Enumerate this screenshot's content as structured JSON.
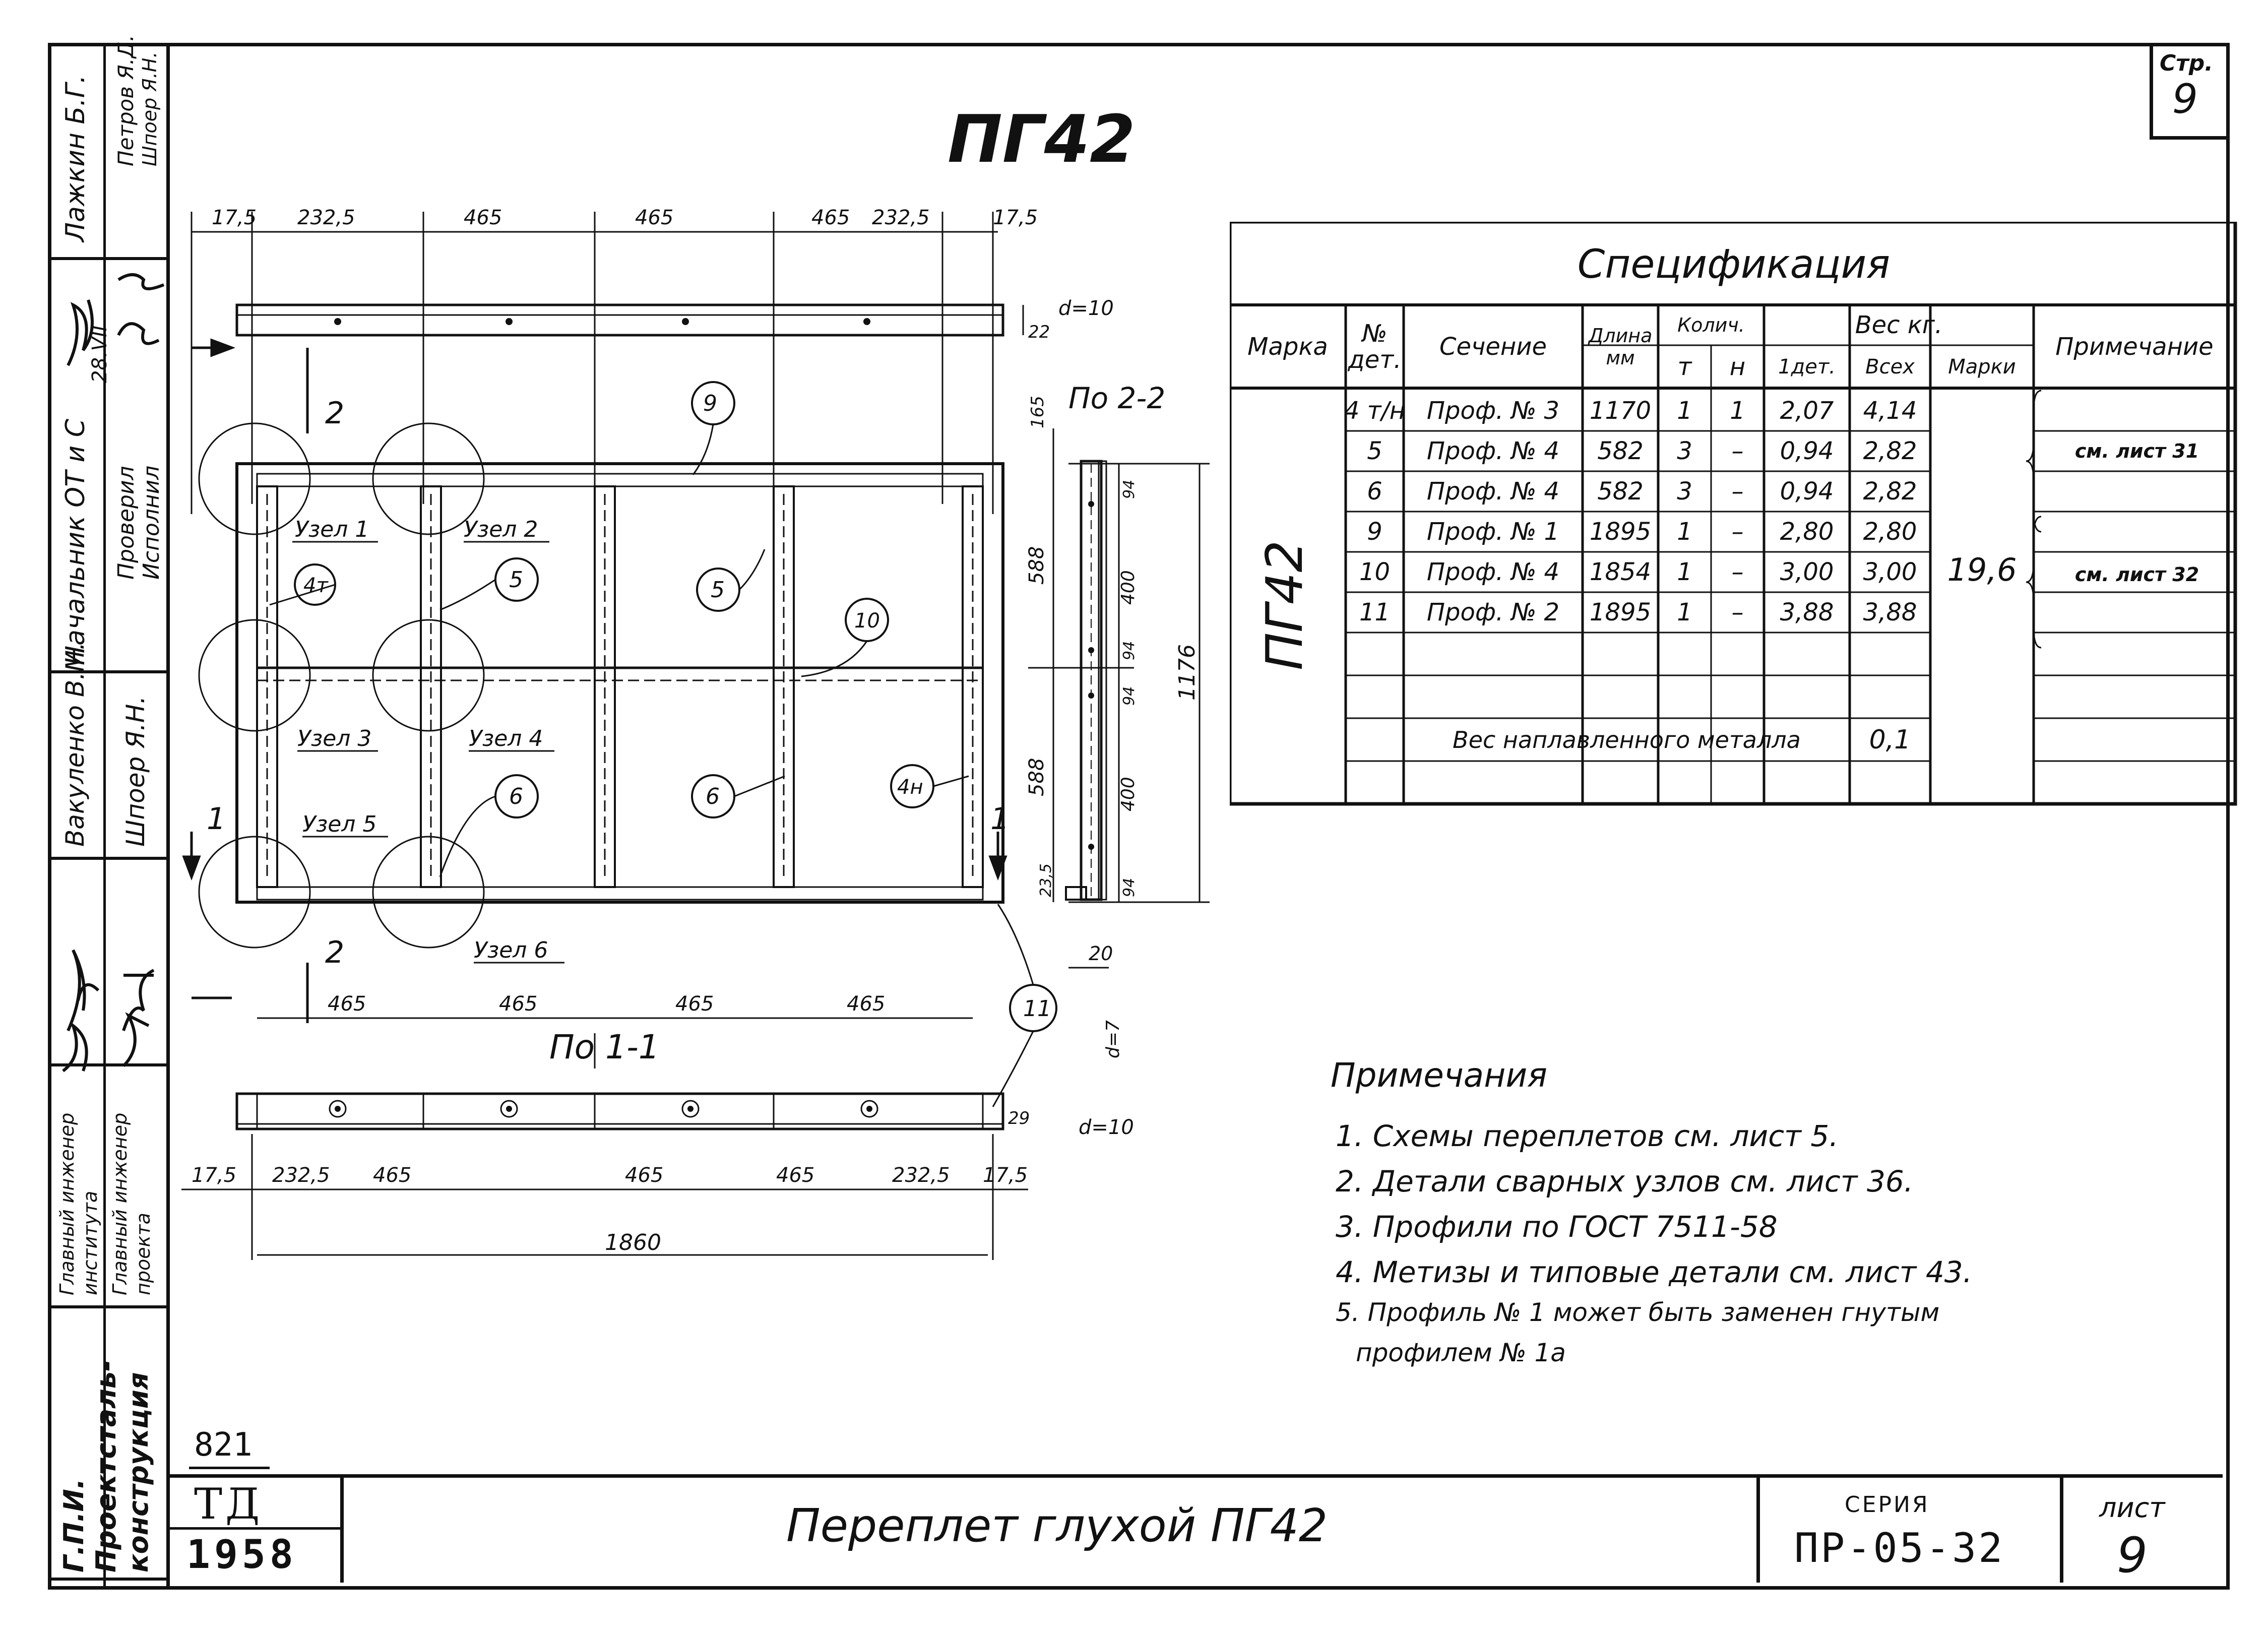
{
  "header": {
    "title": "ПГ42",
    "sheet_box_label": "Стр.",
    "sheet_box_number": "9"
  },
  "left_strip": {
    "names": [
      "Лажкин Б.Г.",
      "Петров Я.Д.",
      "Шпоер Я.Н.",
      "Начальник ОТ и С",
      "Проверил",
      "Исполнил",
      "Вакуленко В.М.",
      "Шпоер Я.Н.",
      "Главный инженер института",
      "Главный инженер проекта",
      "Г.П.И. Проектсталь-конструкция"
    ],
    "date": "28.VII"
  },
  "drawing": {
    "top_dims": [
      "17,5",
      "232,5",
      "465",
      "465",
      "465",
      "232,5",
      "17,5"
    ],
    "plank_thk": "d=10",
    "plank_h": "22",
    "section_2_label": "По 2-2",
    "section_1_label": "По 1-1",
    "cut_1": "1",
    "cut_2": "2",
    "nodes": [
      "Узел 1",
      "Узел 2",
      "Узел 3",
      "Узел 4",
      "Узел 5",
      "Узел 6"
    ],
    "callouts": [
      "9",
      "4т",
      "5",
      "5",
      "10",
      "6",
      "6",
      "4н",
      "11"
    ],
    "right_dims": [
      "165",
      "588",
      "588",
      "1176",
      "400",
      "400",
      "94",
      "94",
      "94",
      "94",
      "23,5"
    ],
    "side_dims": [
      "20",
      "d=7"
    ],
    "mid_dims": [
      "465",
      "465",
      "465",
      "465"
    ],
    "bot_dims": [
      "17,5",
      "232,5",
      "465",
      "465",
      "465",
      "232,5",
      "17,5"
    ],
    "bot_total": "1860",
    "bot_plank_h": "29",
    "bot_plank_thk": "d=10"
  },
  "spec": {
    "title": "Спецификация",
    "headers": {
      "mark": "Марка",
      "det": "№ дет.",
      "section": "Сечение",
      "length": "Длина мм",
      "qty": "Колич.",
      "qty_t": "т",
      "qty_n": "н",
      "weight": "Вес кг.",
      "w_one": "1дет.",
      "w_all": "Всех",
      "w_mark": "Марки",
      "note": "Примечание"
    },
    "mark": "ПГ42",
    "rows": [
      {
        "det": "4 т/н",
        "section": "Проф. № 3",
        "length": "1170",
        "t": "1",
        "n": "1",
        "w1": "2,07",
        "wall": "4,14"
      },
      {
        "det": "5",
        "section": "Проф. № 4",
        "length": "582",
        "t": "3",
        "n": "–",
        "w1": "0,94",
        "wall": "2,82"
      },
      {
        "det": "6",
        "section": "Проф. № 4",
        "length": "582",
        "t": "3",
        "n": "–",
        "w1": "0,94",
        "wall": "2,82"
      },
      {
        "det": "9",
        "section": "Проф. № 1",
        "length": "1895",
        "t": "1",
        "n": "–",
        "w1": "2,80",
        "wall": "2,80"
      },
      {
        "det": "10",
        "section": "Проф. № 4",
        "length": "1854",
        "t": "1",
        "n": "–",
        "w1": "3,00",
        "wall": "3,00"
      },
      {
        "det": "11",
        "section": "Проф. № 2",
        "length": "1895",
        "t": "1",
        "n": "–",
        "w1": "3,88",
        "wall": "3,88"
      }
    ],
    "mark_weight": "19,6",
    "note1": "см. лист 31",
    "note2": "см. лист 32",
    "weld_label": "Вес наплавленного металла",
    "weld_value": "0,1"
  },
  "notes": {
    "heading": "Примечания",
    "items": [
      "1. Схемы переплетов см. лист 5.",
      "2. Детали сварных узлов см. лист 36.",
      "3. Профили по ГОСТ 7511-58",
      "4. Метизы и типовые детали см. лист 43.",
      "5. Профиль № 1 может быть заменен гнутым",
      "профилем № 1а"
    ]
  },
  "title_block": {
    "code_num": "821",
    "org": "ТД",
    "year": "1958",
    "name": "Переплет глухой ПГ42",
    "series_label": "серия",
    "series": "ПР-05-32",
    "sheet_label": "лист",
    "sheet": "9"
  }
}
